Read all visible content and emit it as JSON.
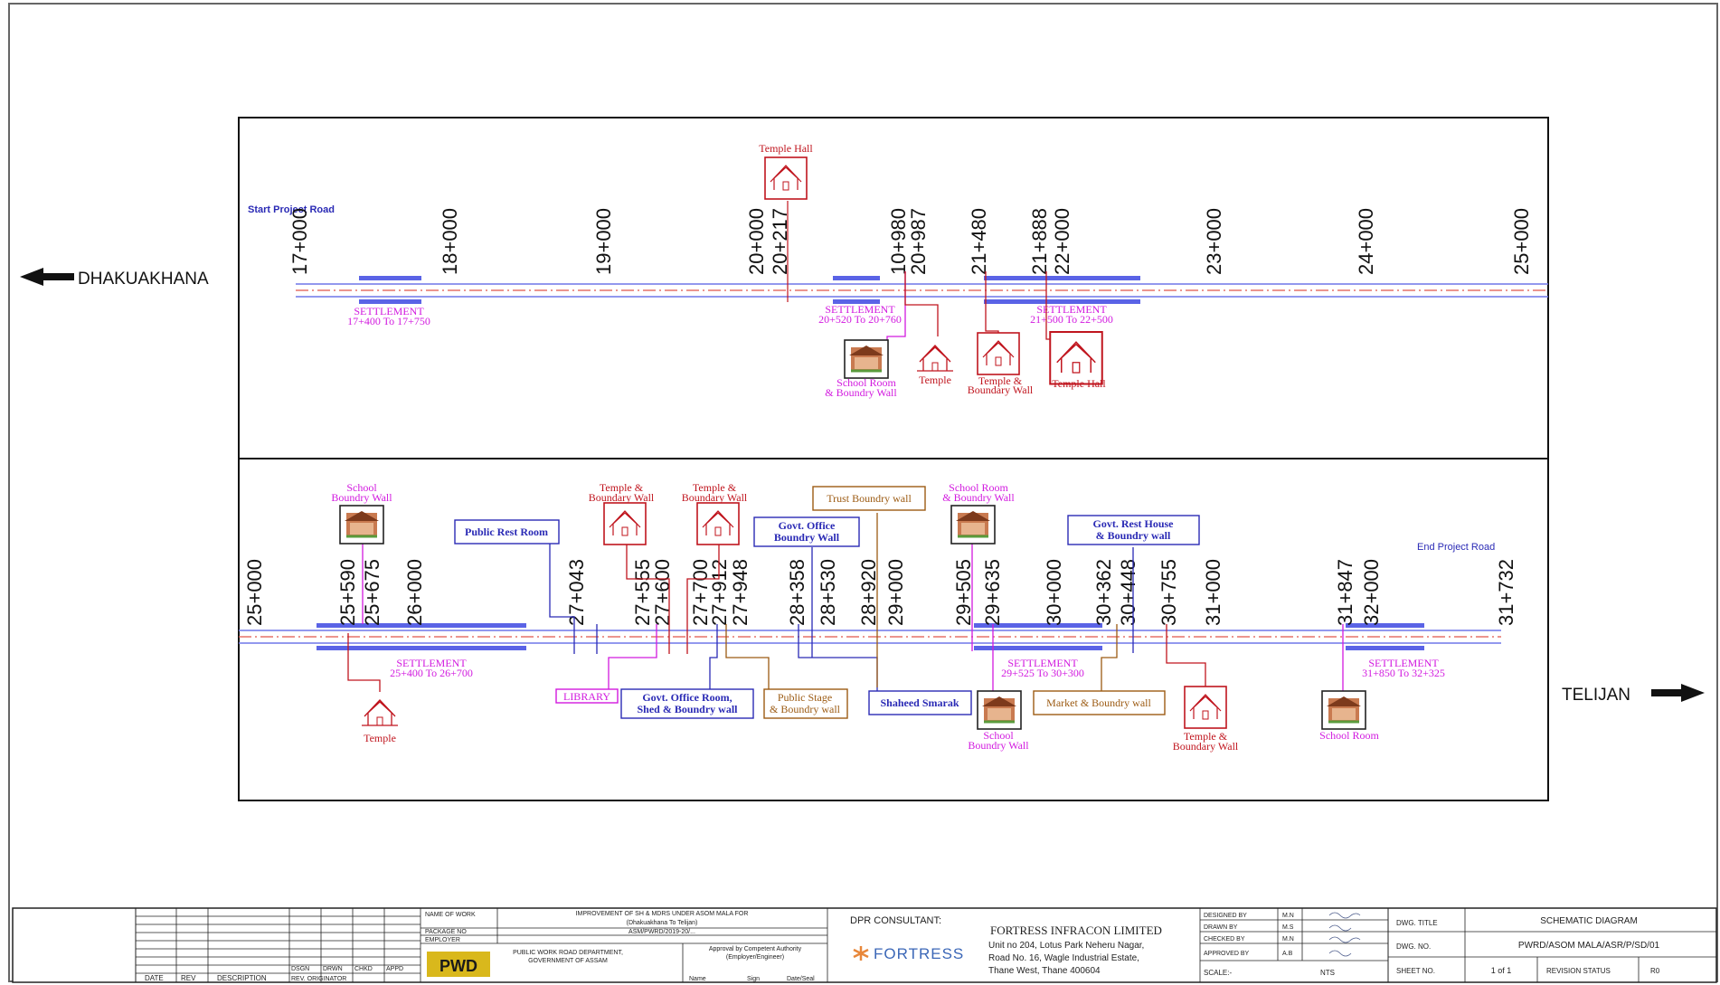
{
  "directions": {
    "left": "DHAKUAKHANA",
    "right": "TELIJAN"
  },
  "panel1": {
    "start_label": "Start Project Road",
    "chainages": [
      "17+000",
      "18+000",
      "19+000",
      "20+000",
      "20+217",
      "10+980",
      "20+987",
      "21+480",
      "21+888",
      "22+000",
      "23+000",
      "24+000",
      "25+000"
    ],
    "settlements": [
      {
        "title": "SETTLEMENT",
        "range": "17+400 To 17+750"
      },
      {
        "title": "SETTLEMENT",
        "range": "20+520 To 20+760"
      },
      {
        "title": "SETTLEMENT",
        "range": "21+500 To 22+500"
      }
    ],
    "features": {
      "temple_hall_top": "Temple Hall",
      "school_room_a": "School Room",
      "school_room_b": "& Boundry Wall",
      "temple": "Temple",
      "temple_bw_a": "Temple &",
      "temple_bw_b": "Boundary Wall",
      "temple_hall_bottom": "Temple Hall"
    }
  },
  "panel2": {
    "end_label": "End Project Road",
    "chainages": [
      "25+000",
      "25+590",
      "25+675",
      "26+000",
      "27+043",
      "27+555",
      "27+600",
      "27+700",
      "27+912",
      "27+948",
      "28+358",
      "28+530",
      "28+920",
      "29+000",
      "29+505",
      "29+635",
      "30+000",
      "30+362",
      "30+448",
      "30+755",
      "31+000",
      "31+847",
      "32+000",
      "31+732"
    ],
    "settlements": [
      {
        "title": "SETTLEMENT",
        "range": "25+400 To 26+700"
      },
      {
        "title": "SETTLEMENT",
        "range": "29+525 To 30+300"
      },
      {
        "title": "SETTLEMENT",
        "range": "31+850 To 32+325"
      }
    ],
    "features": {
      "school_bw_a": "School",
      "school_bw_b": "Boundry Wall",
      "public_rest_room": "Public Rest Room",
      "temple_bw1_a": "Temple &",
      "temple_bw1_b": "Boundary Wall",
      "temple_bw2_a": "Temple &",
      "temple_bw2_b": "Boundary Wall",
      "govt_office_a": "Govt. Office",
      "govt_office_b": "Boundry Wall",
      "trust_boundry": "Trust Boundry wall",
      "school_room_bw_a": "School Room",
      "school_room_bw_b": "& Boundry Wall",
      "govt_rest_house_a": "Govt. Rest House",
      "govt_rest_house_b": "& Boundry wall",
      "temple_bottom": "Temple",
      "library": "LIBRARY",
      "govt_office_room_a": "Govt. Office Room,",
      "govt_office_room_b": "Shed & Boundry wall",
      "public_stage_a": "Public Stage",
      "public_stage_b": "& Boundry wall",
      "shaheed_smarak": "Shaheed Smarak",
      "school_bw_bottom_a": "School",
      "school_bw_bottom_b": "Boundry Wall",
      "market": "Market & Boundry wall",
      "temple_bw3_a": "Temple &",
      "temple_bw3_b": "Boundary Wall",
      "school_room": "School Room"
    }
  },
  "title_block": {
    "revision_headers": [
      "DATE",
      "REV",
      "DESCRIPTION",
      "REV. ORIGINATOR",
      "DSGN",
      "DRWN",
      "CHKD",
      "APPD"
    ],
    "name_of_work_label": "NAME OF WORK",
    "package_label": "PACKAGE NO",
    "employer_label": "EMPLOYER",
    "work_line1": "IMPROVEMENT OF SH & MDRS UNDER ASOM MALA FOR",
    "work_line2": "(Dhakuakhana To Telijan)",
    "package_no": "ASM/PWRD/2019-20/...",
    "dept_line1": "PUBLIC WORK ROAD DEPARTMENT,",
    "dept_line2": "GOVERNMENT OF ASSAM",
    "approval_line1": "Approval by Competent Authority",
    "approval_line2": "(Employer/Engineer)",
    "approval_cols": [
      "Name",
      "Sign",
      "Date/Seal"
    ],
    "pwd_logo": "PWD",
    "dpr_label": "DPR CONSULTANT:",
    "fortress_logo": "FORTRESS",
    "company_name": "FORTRESS INFRACON LIMITED",
    "address1": "Unit no 204, Lotus Park Neheru Nagar,",
    "address2": "Road No. 16, Wagle Industrial Estate,",
    "address3": "Thane West, Thane 400604",
    "roles": [
      {
        "role": "DESIGNED BY",
        "by": "M.N"
      },
      {
        "role": "DRAWN BY",
        "by": "M.S"
      },
      {
        "role": "CHECKED BY",
        "by": "M.N"
      },
      {
        "role": "APPROVED BY",
        "by": "A.B"
      }
    ],
    "scale_label": "SCALE:-",
    "scale_value": "NTS",
    "dwg_title_label": "DWG. TITLE",
    "dwg_title": "SCHEMATIC DIAGRAM",
    "dwg_no_label": "DWG. NO.",
    "dwg_no": "PWRD/ASOM MALA/ASR/P/SD/01",
    "sheet_label": "SHEET NO.",
    "sheet_value": "1 of 1",
    "rev_status_label": "REVISION STATUS",
    "rev_status": "R0"
  },
  "colors": {
    "magenta": "#d21adf",
    "red": "#c0151e",
    "blue": "#2a2ab5",
    "road": "#6f76e8",
    "brown": "#9c5b13"
  }
}
